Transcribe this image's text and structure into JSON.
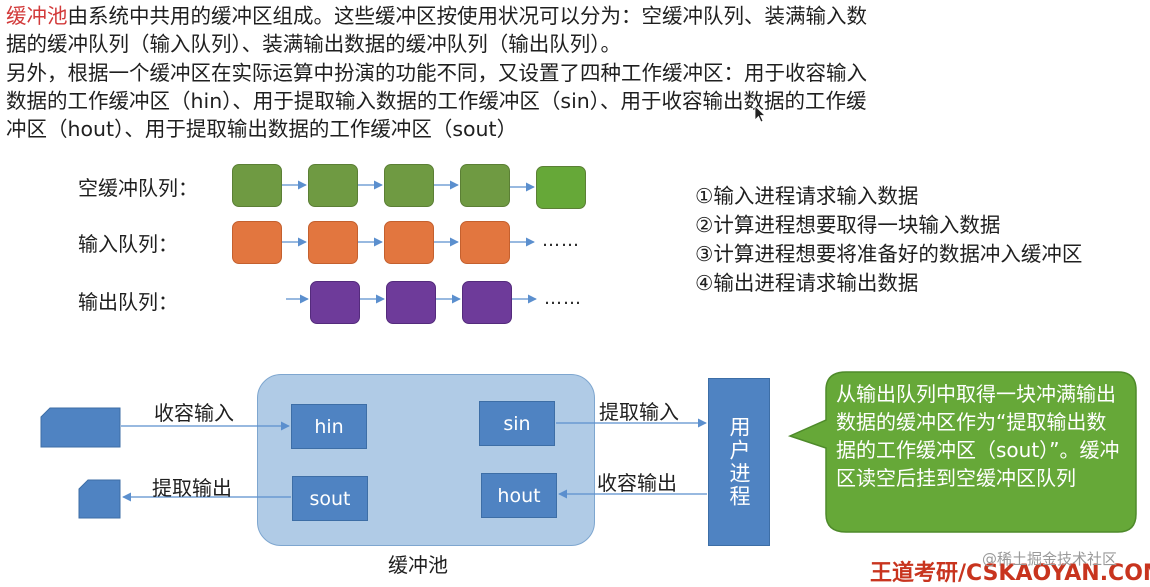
{
  "intro": {
    "line1_highlight": "缓冲池",
    "line1_rest": "由系统中共用的缓冲区组成。这些缓冲区按使用状况可以分为：空缓冲队列、装满输入数",
    "line2": "据的缓冲队列（输入队列）、装满输出数据的缓冲队列（输出队列）。",
    "line3": "另外，根据一个缓冲区在实际运算中扮演的功能不同，又设置了四种工作缓冲区：用于收容输入",
    "line4": "数据的工作缓冲区（hin）、用于提取输入数据的工作缓冲区（sin）、用于收容输出数据的工作缓",
    "line5": "冲区（hout）、用于提取输出数据的工作缓冲区（sout）"
  },
  "queues": {
    "empty_label": "空缓冲队列：",
    "input_label": "输入队列：",
    "output_label": "输出队列：",
    "ellipsis": "……"
  },
  "steps": [
    "①输入进程请求输入数据",
    "②计算进程想要取得一块输入数据",
    "③计算进程想要将准备好的数据冲入缓冲区",
    "④输出进程请求输出数据"
  ],
  "pool": {
    "label": "缓冲池",
    "hin": "hin",
    "sin": "sin",
    "sout": "sout",
    "hout": "hout"
  },
  "edges": {
    "collect_input": "收容输入",
    "extract_input": "提取输入",
    "extract_output": "提取输出",
    "collect_output": "收容输出"
  },
  "user_process": "用户进程",
  "callout": "从输出队列中取得一块冲满输出数据的缓冲区作为“提取输出数据的工作缓冲区（sout）”。缓冲区读空后挂到空缓冲区队列",
  "brand": "王道考研/CSKAOYAN.COM",
  "watermark": "@稀土掘金技术社区",
  "colors": {
    "empty_box": "#6f9a42",
    "input_box": "#e2763f",
    "output_box": "#6e3b9a",
    "pool_bg": "#b0cbe6",
    "unit_box": "#4f83c2",
    "callout_bg": "#66a838",
    "highlight": "#d23a3a"
  }
}
